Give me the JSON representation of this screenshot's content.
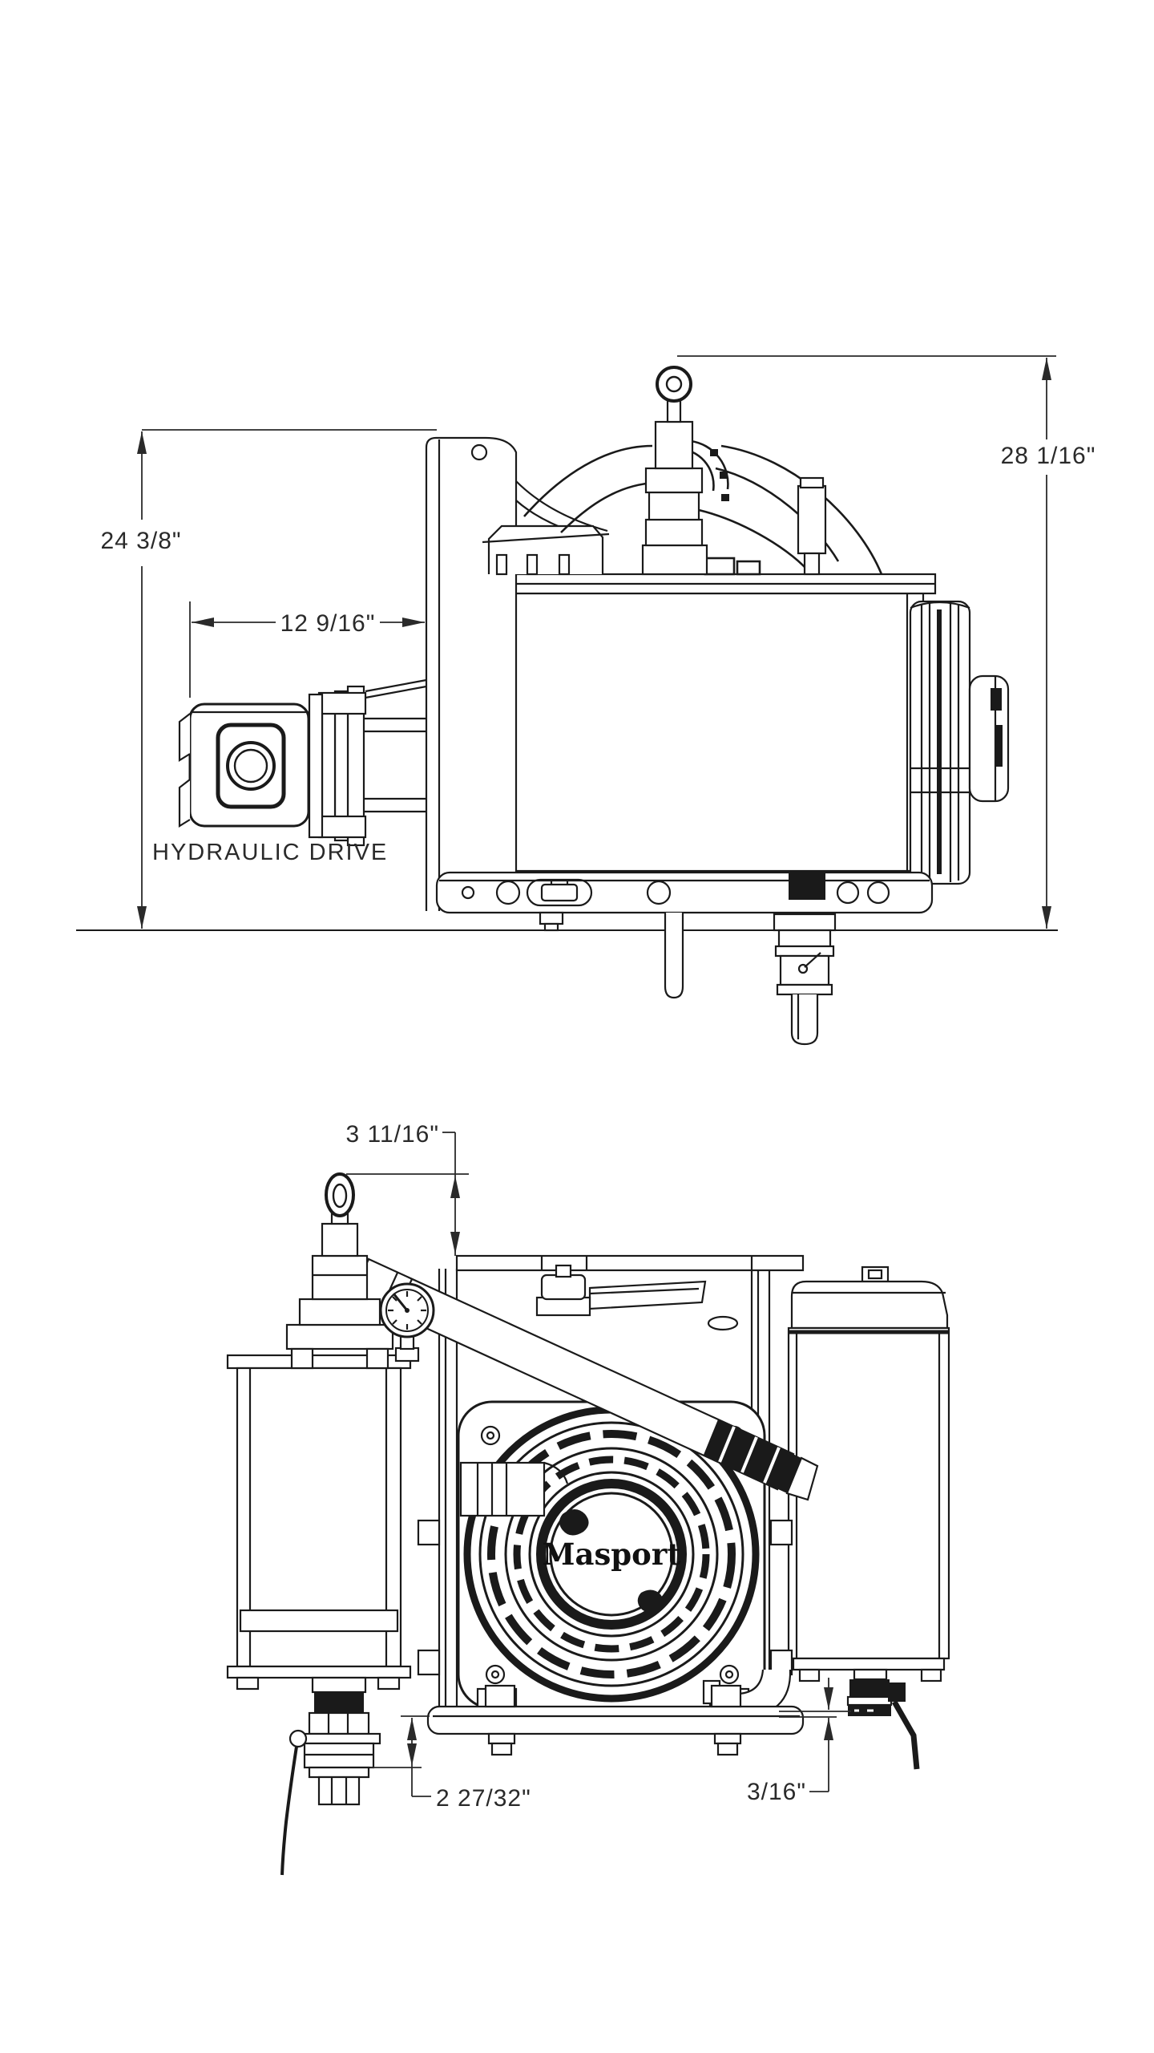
{
  "drawing": {
    "type": "technical-drawing-two-views",
    "brand_label": "Masport",
    "colors": {
      "ink": "#1a1a1a",
      "dimension_ink": "#2a2a2a",
      "background": "#ffffff"
    },
    "side_view": {
      "caption": "HYDRAULIC DRIVE",
      "dim_overall_height": "28 1/16\"",
      "dim_frame_height": "24 3/8\"",
      "dim_motor_length": "12 9/16\""
    },
    "front_view": {
      "dim_lift_eye_height": "3 11/16\"",
      "dim_valve_drop": "2 27/32\"",
      "dim_base_clearance": "3/16\""
    }
  }
}
